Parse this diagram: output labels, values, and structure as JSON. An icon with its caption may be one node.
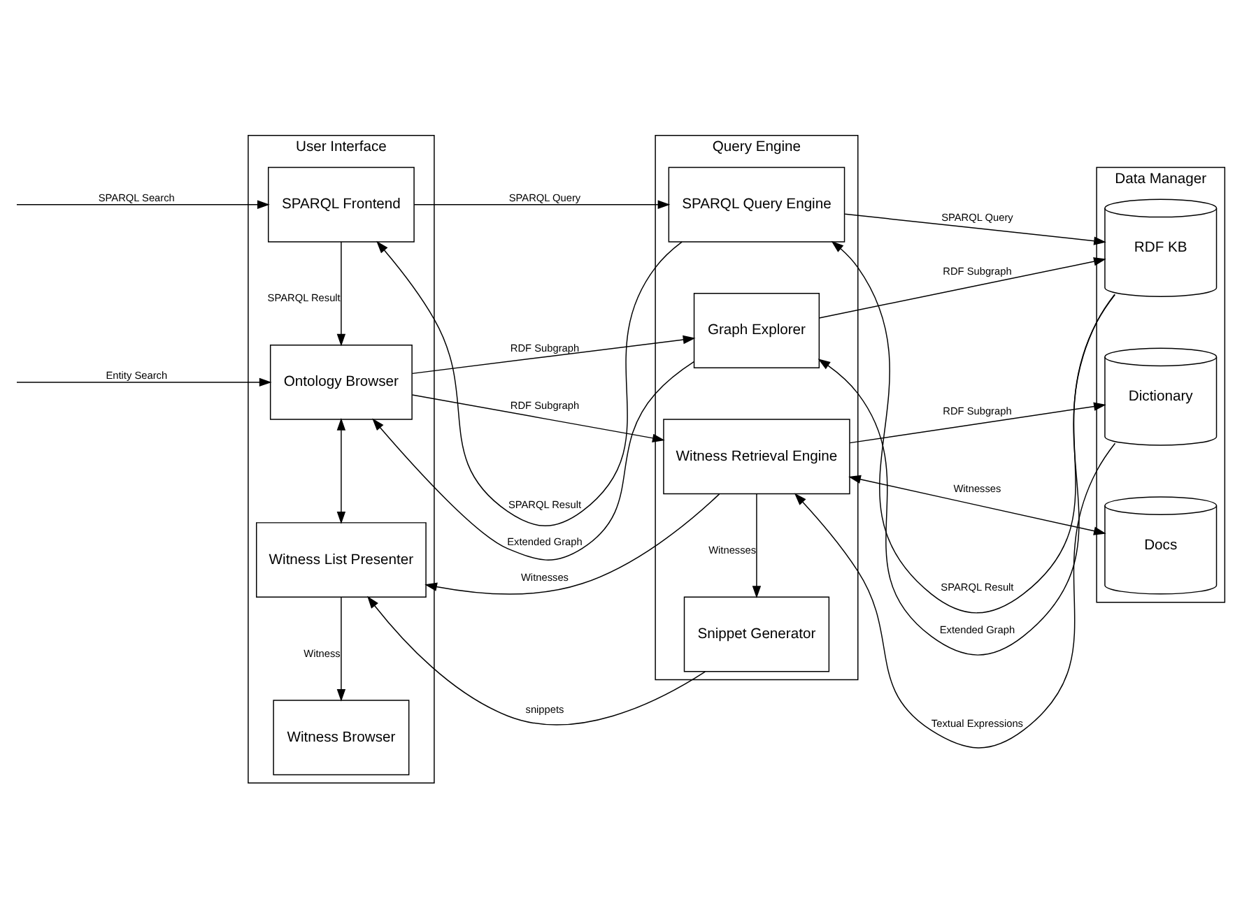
{
  "diagram": {
    "nodes": [
      {
        "text": [
          "User Interface"
        ]
      },
      {
        "text": [
          "SPARQL Frontend"
        ],
        "in": 0
      },
      {
        "text": [
          "Ontology Browser"
        ],
        "in": 0
      },
      {
        "text": [
          "Witness List Presenter"
        ],
        "in": 0
      },
      {
        "text": [
          "Witness Browser"
        ],
        "in": 0
      },
      {
        "text": [
          "Query Engine"
        ]
      },
      {
        "text": [
          "SPARQL Query Engine"
        ],
        "in": 5
      },
      {
        "text": [
          "Graph Explorer"
        ],
        "in": 5
      },
      {
        "text": [
          "Witness Retrieval Engine"
        ],
        "in": 5
      },
      {
        "text": [
          "Snippet Generator"
        ],
        "in": 5
      },
      {
        "text": [
          "Data Manager"
        ]
      },
      {
        "text": [
          "RDF KB"
        ],
        "in": 10
      },
      {
        "text": [
          "Dictionary"
        ],
        "in": 10
      },
      {
        "text": [
          "Docs"
        ],
        "in": 10
      }
    ],
    "edges": [
      {
        "from": null,
        "to": 1,
        "arrow": "to",
        "label": "SPARQL Search"
      },
      {
        "from": null,
        "to": 2,
        "arrow": "to",
        "label": "Entity Search"
      },
      {
        "from": 1,
        "to": 6,
        "arrow": "to",
        "label": "SPARQL Query"
      },
      {
        "from": 6,
        "to": 1,
        "arrow": "to",
        "label": "SPARQL Result"
      },
      {
        "from": 1,
        "to": 2,
        "arrow": "to",
        "label": "SPARQL Result"
      },
      {
        "from": 6,
        "to": 11,
        "arrow": "to",
        "label": "SPARQL Query"
      },
      {
        "from": 11,
        "to": 6,
        "arrow": "to",
        "label": "SPARQL Result"
      },
      {
        "from": 2,
        "to": 7,
        "arrow": "to",
        "label": "RDF Subgraph"
      },
      {
        "from": 7,
        "to": 2,
        "arrow": "to",
        "label": "Extended Graph"
      },
      {
        "from": 7,
        "to": 11,
        "arrow": "to",
        "label": "RDF Subgraph"
      },
      {
        "from": 11,
        "to": 7,
        "arrow": "to",
        "label": "Extended Graph"
      },
      {
        "from": 2,
        "to": 8,
        "arrow": "to",
        "label": "RDF Subgraph"
      },
      {
        "from": 2,
        "to": 3,
        "arrow": "both"
      },
      {
        "from": 8,
        "to": 3,
        "arrow": "to",
        "label": "Witnesses"
      },
      {
        "from": 9,
        "to": 3,
        "arrow": "to",
        "label": "snippets"
      },
      {
        "from": 3,
        "to": 4,
        "arrow": "to",
        "label": "Witness"
      },
      {
        "from": 8,
        "to": 12,
        "arrow": "to",
        "label": "RDF Subgraph"
      },
      {
        "from": 12,
        "to": 8,
        "arrow": "to",
        "label": "Textual Expressions"
      },
      {
        "from": 8,
        "to": 9,
        "arrow": "to",
        "label": "Witnesses"
      },
      {
        "from": 8,
        "to": 13,
        "arrow": "both",
        "label": "Witnesses"
      }
    ]
  }
}
